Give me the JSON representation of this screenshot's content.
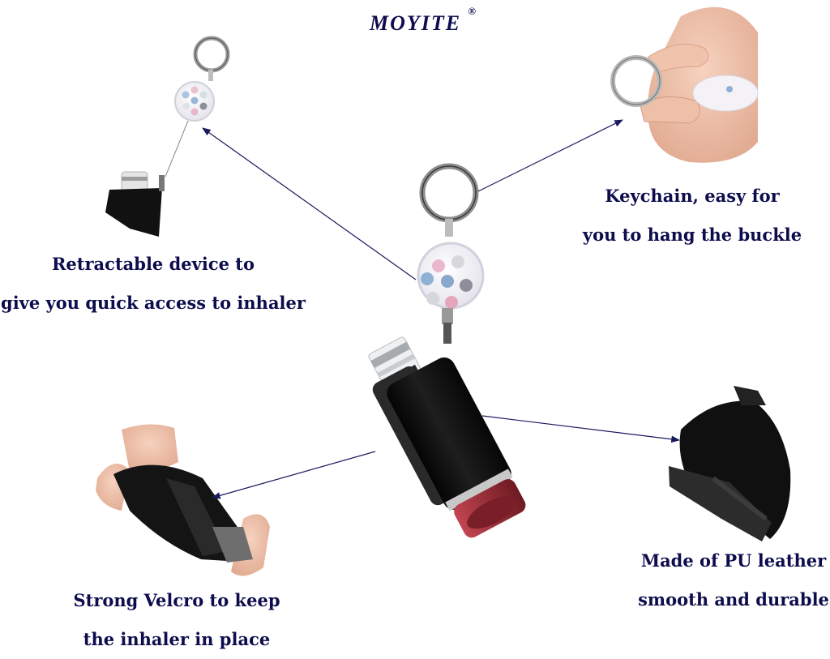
{
  "brand": {
    "name": "MOYITE",
    "registered_mark": "®"
  },
  "colors": {
    "text": "#0d0d4d",
    "arrow": "#1a1a5e",
    "leather": "#121212",
    "inhaler_cap": "#9b2a34",
    "background": "#ffffff"
  },
  "callouts": [
    {
      "id": "retractable",
      "lines": [
        "Retractable device to",
        "give you quick access to inhaler"
      ],
      "detail_image": "retractable-reel-with-holder"
    },
    {
      "id": "keychain",
      "lines": [
        "Keychain, easy for",
        "you to hang the buckle"
      ],
      "detail_image": "hand-holding-keyring"
    },
    {
      "id": "velcro",
      "lines": [
        "Strong Velcro to keep",
        "the inhaler in place"
      ],
      "detail_image": "hands-opening-velcro-strap"
    },
    {
      "id": "leather",
      "lines": [
        "Made of PU leather",
        "smooth and durable"
      ],
      "detail_image": "pu-leather-closeup"
    }
  ],
  "product": {
    "name": "inhaler holder with retractable keychain",
    "reel_dot_colors": [
      "#e8b4c6",
      "#cfcfcf",
      "#8fb4d6",
      "#8fa8cc",
      "#8c8c96",
      "#cfcfcf",
      "#e0a4bc"
    ]
  }
}
